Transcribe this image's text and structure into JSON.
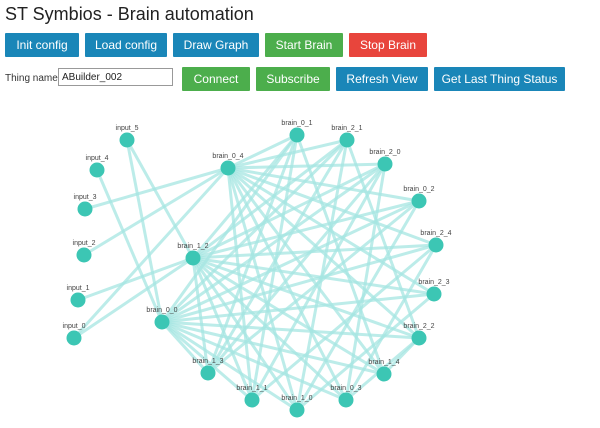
{
  "app": {
    "title": "ST Symbios - Brain automation"
  },
  "toolbar": {
    "init_config": "Init config",
    "load_config": "Load config",
    "draw_graph": "Draw Graph",
    "start_brain": "Start Brain",
    "stop_brain": "Stop Brain"
  },
  "thing": {
    "label": "Thing name:",
    "value": "ABuilder_002"
  },
  "actions": {
    "connect": "Connect",
    "subscribe": "Subscribe",
    "refresh_view": "Refresh View",
    "get_last_status": "Get Last Thing Status"
  },
  "colors": {
    "blue": "#1a86b8",
    "green": "#4cae4c",
    "red": "#e8453c",
    "node": "#3cc6b4",
    "edge": "#a6e6e1"
  },
  "graph": {
    "nodes": [
      {
        "id": "input_5",
        "label": "input_5"
      },
      {
        "id": "input_4",
        "label": "input_4"
      },
      {
        "id": "input_3",
        "label": "input_3"
      },
      {
        "id": "input_2",
        "label": "input_2"
      },
      {
        "id": "input_1",
        "label": "input_1"
      },
      {
        "id": "input_0",
        "label": "input_0"
      },
      {
        "id": "brain_0_4",
        "label": "brain_0_4"
      },
      {
        "id": "brain_1_2",
        "label": "brain_1_2"
      },
      {
        "id": "brain_0_0",
        "label": "brain_0_0"
      },
      {
        "id": "brain_0_1",
        "label": "brain_0_1"
      },
      {
        "id": "brain_2_1",
        "label": "brain_2_1"
      },
      {
        "id": "brain_2_0",
        "label": "brain_2_0"
      },
      {
        "id": "brain_0_2",
        "label": "brain_0_2"
      },
      {
        "id": "brain_2_4",
        "label": "brain_2_4"
      },
      {
        "id": "brain_2_3",
        "label": "brain_2_3"
      },
      {
        "id": "brain_2_2",
        "label": "brain_2_2"
      },
      {
        "id": "brain_1_4",
        "label": "brain_1_4"
      },
      {
        "id": "brain_0_3",
        "label": "brain_0_3"
      },
      {
        "id": "brain_1_0",
        "label": "brain_1_0"
      },
      {
        "id": "brain_1_1",
        "label": "brain_1_1"
      },
      {
        "id": "brain_1_3",
        "label": "brain_1_3"
      }
    ],
    "edges": [
      [
        "input_5",
        "brain_1_2"
      ],
      [
        "input_4",
        "brain_0_0"
      ],
      [
        "input_3",
        "brain_0_4"
      ],
      [
        "input_2",
        "brain_0_4"
      ],
      [
        "input_1",
        "brain_1_2"
      ],
      [
        "input_0",
        "brain_0_4"
      ],
      [
        "input_0",
        "brain_1_2"
      ],
      [
        "input_5",
        "brain_0_0"
      ],
      [
        "brain_0_4",
        "brain_0_1"
      ],
      [
        "brain_0_4",
        "brain_2_1"
      ],
      [
        "brain_0_4",
        "brain_2_0"
      ],
      [
        "brain_0_4",
        "brain_0_2"
      ],
      [
        "brain_0_4",
        "brain_2_4"
      ],
      [
        "brain_0_4",
        "brain_2_3"
      ],
      [
        "brain_0_4",
        "brain_2_2"
      ],
      [
        "brain_0_4",
        "brain_1_4"
      ],
      [
        "brain_0_4",
        "brain_0_3"
      ],
      [
        "brain_0_4",
        "brain_1_0"
      ],
      [
        "brain_0_4",
        "brain_1_1"
      ],
      [
        "brain_1_2",
        "brain_0_1"
      ],
      [
        "brain_1_2",
        "brain_2_1"
      ],
      [
        "brain_1_2",
        "brain_2_0"
      ],
      [
        "brain_1_2",
        "brain_0_2"
      ],
      [
        "brain_1_2",
        "brain_2_4"
      ],
      [
        "brain_1_2",
        "brain_2_3"
      ],
      [
        "brain_1_2",
        "brain_2_2"
      ],
      [
        "brain_1_2",
        "brain_1_4"
      ],
      [
        "brain_1_2",
        "brain_0_3"
      ],
      [
        "brain_1_2",
        "brain_1_0"
      ],
      [
        "brain_1_2",
        "brain_1_1"
      ],
      [
        "brain_1_2",
        "brain_1_3"
      ],
      [
        "brain_0_0",
        "brain_0_1"
      ],
      [
        "brain_0_0",
        "brain_2_1"
      ],
      [
        "brain_0_0",
        "brain_2_0"
      ],
      [
        "brain_0_0",
        "brain_0_2"
      ],
      [
        "brain_0_0",
        "brain_2_4"
      ],
      [
        "brain_0_0",
        "brain_2_3"
      ],
      [
        "brain_0_0",
        "brain_2_2"
      ],
      [
        "brain_0_0",
        "brain_1_4"
      ],
      [
        "brain_0_0",
        "brain_0_3"
      ],
      [
        "brain_0_0",
        "brain_1_0"
      ],
      [
        "brain_0_0",
        "brain_1_1"
      ],
      [
        "brain_0_0",
        "brain_1_3"
      ],
      [
        "brain_1_3",
        "brain_0_1"
      ],
      [
        "brain_1_3",
        "brain_2_1"
      ],
      [
        "brain_1_3",
        "brain_2_0"
      ],
      [
        "brain_1_3",
        "brain_0_2"
      ],
      [
        "brain_1_1",
        "brain_0_1"
      ],
      [
        "brain_1_1",
        "brain_2_0"
      ],
      [
        "brain_1_1",
        "brain_2_4"
      ],
      [
        "brain_1_0",
        "brain_2_1"
      ],
      [
        "brain_1_0",
        "brain_0_2"
      ],
      [
        "brain_1_0",
        "brain_2_3"
      ],
      [
        "brain_0_3",
        "brain_2_0"
      ],
      [
        "brain_0_3",
        "brain_2_4"
      ],
      [
        "brain_1_4",
        "brain_0_1"
      ],
      [
        "brain_1_4",
        "brain_2_2"
      ],
      [
        "brain_2_2",
        "brain_2_1"
      ],
      [
        "brain_0_3",
        "brain_2_2"
      ]
    ]
  }
}
